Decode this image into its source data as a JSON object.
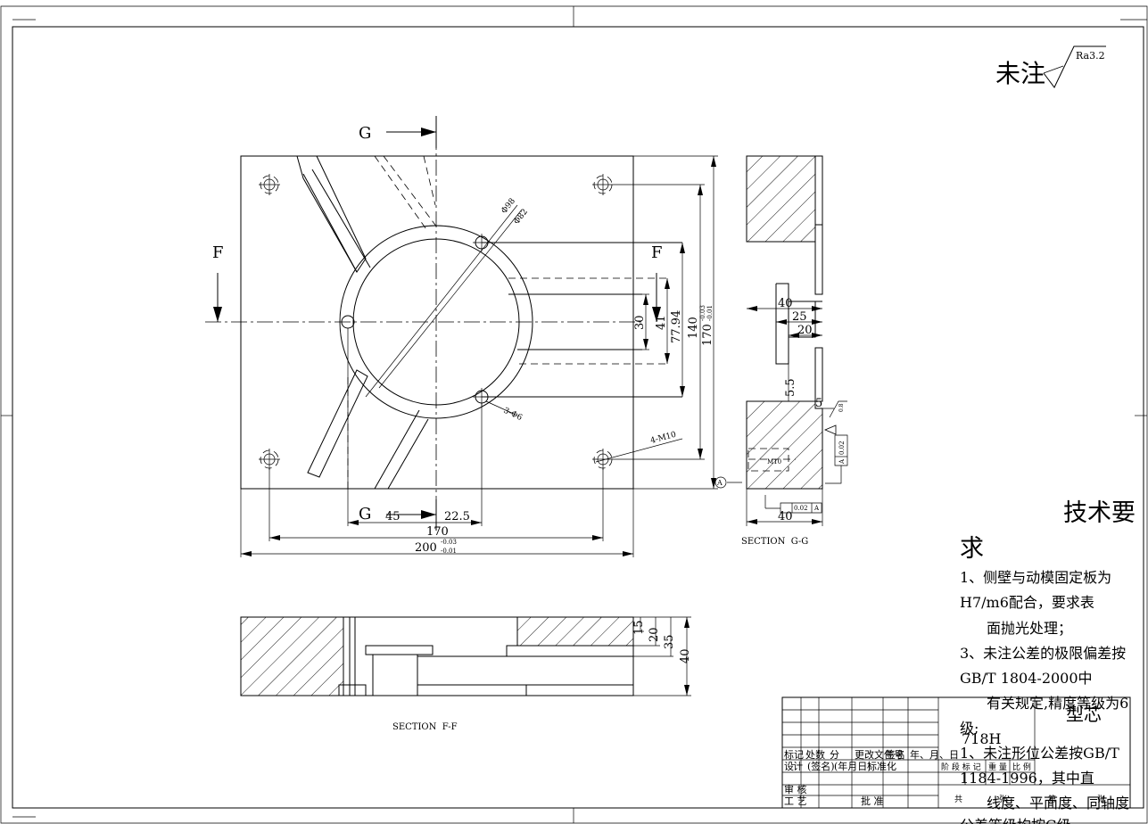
{
  "surface_note": {
    "prefix": "未注",
    "value": "Ra3.2"
  },
  "section_labels": {
    "g_top": "G",
    "g_bottom": "G",
    "f_left": "F",
    "f_right": "F",
    "gg_caption": "SECTION  G-G",
    "ff_caption": "SECTION  F-F",
    "datum": "A"
  },
  "plan_dims": {
    "d170h": "170",
    "d200": "200",
    "tol200_up": "-0.03",
    "tol200_dn": "-0.01",
    "d45": "45",
    "d22_5": "22.5",
    "d30": "30",
    "d41": "41",
    "d77_94": "77.94",
    "d140": "140",
    "d170v": "170",
    "tol170_up": "-0.03",
    "tol170_dn": "-0.01",
    "phi98": "Φ98",
    "phi82": "Φ82",
    "holes3": "3-Φ6",
    "holes4": "4-M10"
  },
  "gg_dims": {
    "d40top": "40",
    "d25": "25",
    "d20": "20",
    "d5_5": "5.5",
    "d5": "5",
    "d40bot": "40",
    "ra_small": "0.8",
    "flat": "0.02",
    "flat_ref": "A",
    "perp": "0.02",
    "perp_ref": "A",
    "m10": "M10"
  },
  "ff_dims": {
    "d15": "15",
    "d20": "20",
    "d35": "35",
    "d40": "40"
  },
  "tech": {
    "title_part1": "技术要",
    "title_part2": "求",
    "line1": "1、侧壁与动模固定板为",
    "line2": "H7/m6配合，要求表",
    "line3": "面抛光处理；",
    "line4": "3、未注公差的极限偏差按",
    "line5": "GB/T 1804-2000中",
    "line6": "有关规定,精度等级为6",
    "line7": "级;",
    "line8": "1、未注形位公差按GB/T",
    "line9": "1184-1996，其中直",
    "line10": "线度、平面度、同轴度",
    "line11": "公差等级均按G级"
  },
  "title_block": {
    "material": "718H",
    "part_name": "型芯",
    "row_labels": {
      "mark": "标记",
      "count": "处数",
      "zone": "分",
      "change": "更改文件号",
      "sign": "签名",
      "date": "年、月、日"
    },
    "design": "设",
    "design2": "计",
    "sign_paren": "(签名)",
    "date_paren": "(年月日)",
    "std": "标准化",
    "stage_label": "阶 段 标 记",
    "weight": "重 量",
    "scale": "比 例",
    "review": "审 核",
    "craft": "工 艺",
    "approve": "批 准",
    "total": "共",
    "sheet": "张",
    "page": "第",
    "page_sheet": "张"
  }
}
